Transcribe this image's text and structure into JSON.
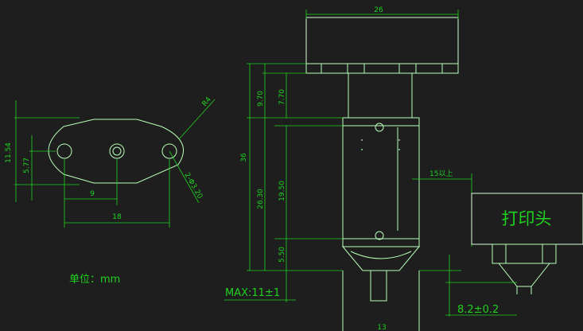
{
  "left_view": {
    "dim_height": "11.54",
    "dim_half_height": "5.77",
    "dim_hole_spacing": "9",
    "dim_hole_span": "18",
    "radius": "R4",
    "hole_diameter": "2-Φ3.20",
    "unit": "单位：mm"
  },
  "side_view": {
    "dim_width": "26",
    "dim_total_height": "36",
    "dim_top_section": "9.70",
    "dim_lower_section": "26.30",
    "dim_shaft": "7.70",
    "dim_body": "19.50",
    "dim_bottom": "5.50",
    "max_length": "MAX:11±1",
    "dim_nozzle_width": "13",
    "clearance": "15以上"
  },
  "print_head": {
    "label": "打印头",
    "gap": "8.2±0.2"
  },
  "colors": {
    "background": "#1e1e1e",
    "dimension": "#1fd21f",
    "outline": "#b8ffb8"
  }
}
